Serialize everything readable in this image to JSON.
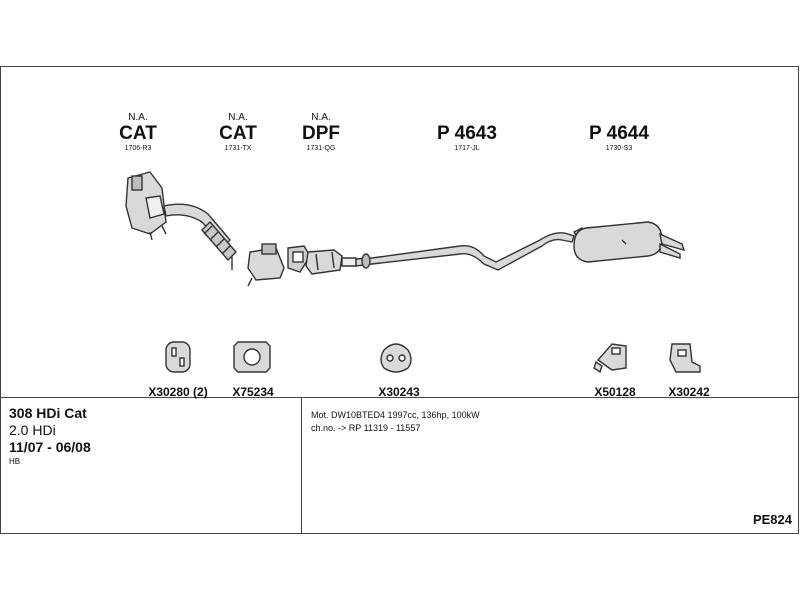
{
  "parts": [
    {
      "status": "N.A.",
      "kind": "CAT",
      "code": "1706-R3"
    },
    {
      "status": "N.A.",
      "kind": "CAT",
      "code": "1731-TX"
    },
    {
      "status": "N.A.",
      "kind": "DPF",
      "code": "1731-QG"
    },
    {
      "status": "",
      "kind": "P 4643",
      "code": "1717-JL"
    },
    {
      "status": "",
      "kind": "P 4644",
      "code": "1730-S3"
    }
  ],
  "accessories": [
    "X30280 (2)",
    "X75234",
    "X30243",
    "X50128",
    "X30242"
  ],
  "vehicle": {
    "model": "308 HDi Cat",
    "engine": "2.0 HDi",
    "years": "11/07 - 06/08",
    "body": "HB"
  },
  "notes": {
    "motor": "Mot. DW10BTED4 1997cc, 136hp, 100kW",
    "chassis": "ch.no. -> RP 11319 - 11557"
  },
  "reference": "PE824",
  "colors": {
    "line": "#444444",
    "part_fill": "#d9d9d9",
    "part_stroke": "#333333"
  }
}
